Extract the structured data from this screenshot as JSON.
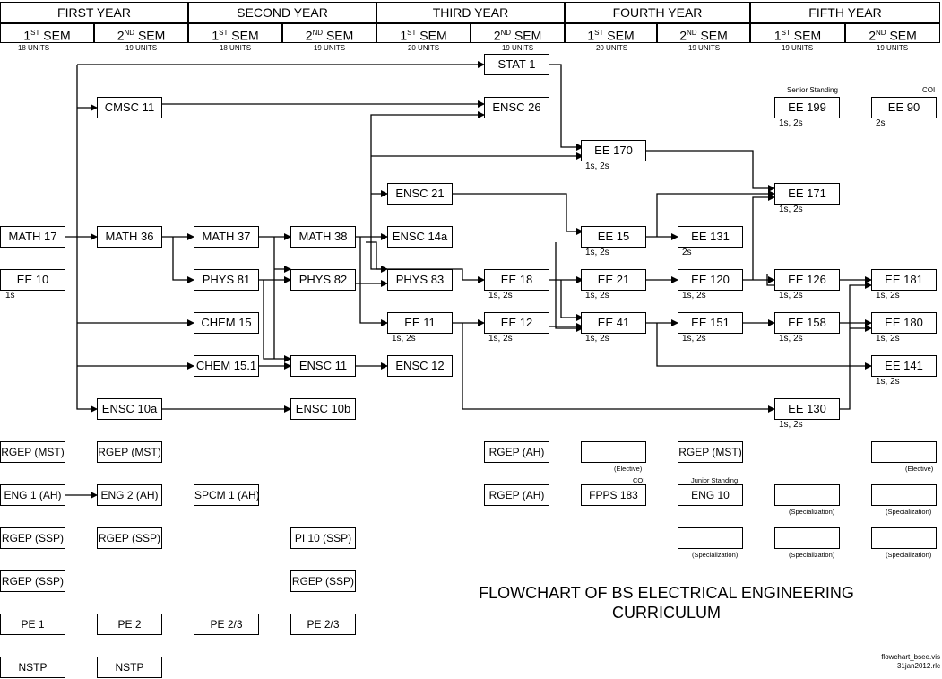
{
  "header": {
    "years": [
      "FIRST YEAR",
      "SECOND YEAR",
      "THIRD YEAR",
      "FOURTH YEAR",
      "FIFTH YEAR"
    ],
    "semesters": [
      {
        "num": "1",
        "sup": "ST",
        "label": "SEM",
        "units": "18 UNITS"
      },
      {
        "num": "2",
        "sup": "ND",
        "label": "SEM",
        "units": "19 UNITS"
      },
      {
        "num": "1",
        "sup": "ST",
        "label": "SEM",
        "units": "18 UNITS"
      },
      {
        "num": "2",
        "sup": "ND",
        "label": "SEM",
        "units": "19 UNITS"
      },
      {
        "num": "1",
        "sup": "ST",
        "label": "SEM",
        "units": "20 UNITS"
      },
      {
        "num": "2",
        "sup": "ND",
        "label": "SEM",
        "units": "19 UNITS"
      },
      {
        "num": "1",
        "sup": "ST",
        "label": "SEM",
        "units": "20 UNITS"
      },
      {
        "num": "2",
        "sup": "ND",
        "label": "SEM",
        "units": "19 UNITS"
      },
      {
        "num": "1",
        "sup": "ST",
        "label": "SEM",
        "units": "19 UNITS"
      },
      {
        "num": "2",
        "sup": "ND",
        "label": "SEM",
        "units": "19 UNITS"
      }
    ]
  },
  "courses": {
    "stat1": "STAT 1",
    "cmsc11": "CMSC 11",
    "ensc26": "ENSC 26",
    "ee199": "EE 199",
    "ee90": "EE 90",
    "ee170": "EE 170",
    "ensc21": "ENSC 21",
    "ee171": "EE 171",
    "math17": "MATH 17",
    "math36": "MATH 36",
    "math37": "MATH 37",
    "math38": "MATH 38",
    "ensc14a": "ENSC 14a",
    "ee15": "EE 15",
    "ee131": "EE 131",
    "ee10": "EE 10",
    "phys81": "PHYS 81",
    "phys82": "PHYS 82",
    "phys83": "PHYS 83",
    "ee18": "EE 18",
    "ee21": "EE 21",
    "ee120": "EE 120",
    "ee126": "EE 126",
    "ee181": "EE 181",
    "chem15": "CHEM 15",
    "ee11": "EE 11",
    "ee12": "EE 12",
    "ee41": "EE 41",
    "ee151": "EE 151",
    "ee158": "EE 158",
    "ee180": "EE 180",
    "chem151": "CHEM 15.1",
    "ensc11": "ENSC 11",
    "ensc12": "ENSC 12",
    "ee141": "EE 141",
    "ensc10a": "ENSC 10a",
    "ensc10b": "ENSC 10b",
    "ee130": "EE 130"
  },
  "ge": {
    "rgep_mst_1": "RGEP (MST)",
    "rgep_mst_2": "RGEP (MST)",
    "rgep_ah_3": "RGEP (AH)",
    "rgep_mst_4": "RGEP (MST)",
    "eng1": "ENG 1 (AH)",
    "eng2": "ENG 2 (AH)",
    "spcm1": "SPCM 1 (AH)",
    "rgep_ah_3b": "RGEP (AH)",
    "fpps183": "FPPS 183",
    "eng10": "ENG 10",
    "rgep_ssp_1": "RGEP (SSP)",
    "rgep_ssp_2": "RGEP (SSP)",
    "pi10": "PI 10 (SSP)",
    "rgep_ssp_1b": "RGEP (SSP)",
    "rgep_ssp_4": "RGEP (SSP)",
    "pe1": "PE 1",
    "pe2": "PE 2",
    "pe23a": "PE 2/3",
    "pe23b": "PE 2/3",
    "nstp1": "NSTP",
    "nstp2": "NSTP"
  },
  "notes": {
    "senior_standing": "Senior Standing",
    "coi": "COI",
    "coi2": "COI",
    "junior_standing": "Junior Standing",
    "n_1s2s": "1s, 2s",
    "n_2s": "2s",
    "n_1s": "1s",
    "elective": "(Elective)",
    "specialization": "(Specialization)"
  },
  "title": {
    "line1": "FLOWCHART OF BS ELECTRICAL ENGINEERING",
    "line2": "CURRICULUM"
  },
  "footer": {
    "file": "flowchart_bsee.vis",
    "date": "31jan2012.rlc"
  }
}
